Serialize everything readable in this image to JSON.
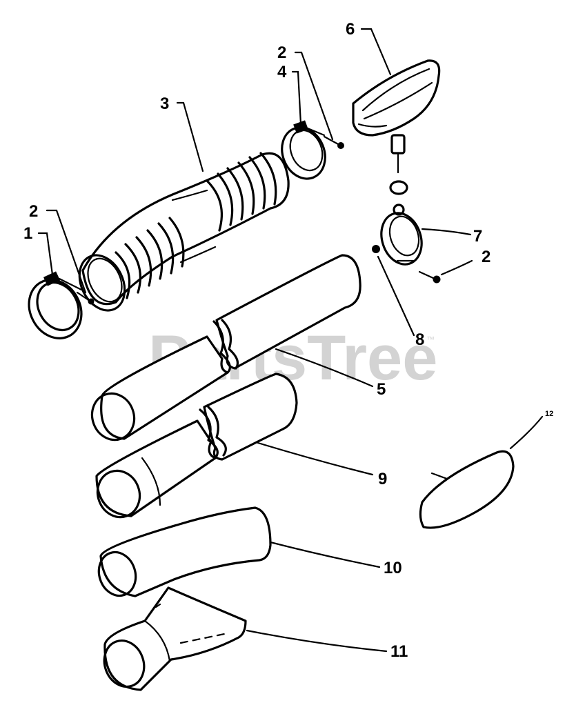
{
  "watermark": {
    "text": "PartsTree",
    "mark": "™"
  },
  "callouts": {
    "c1": "1",
    "c2a": "2",
    "c2b": "2",
    "c2c": "2",
    "c3": "3",
    "c4": "4",
    "c5": "5",
    "c6": "6",
    "c7": "7",
    "c8": "8",
    "c9": "9",
    "c10": "10",
    "c11": "11",
    "c12": "12"
  }
}
